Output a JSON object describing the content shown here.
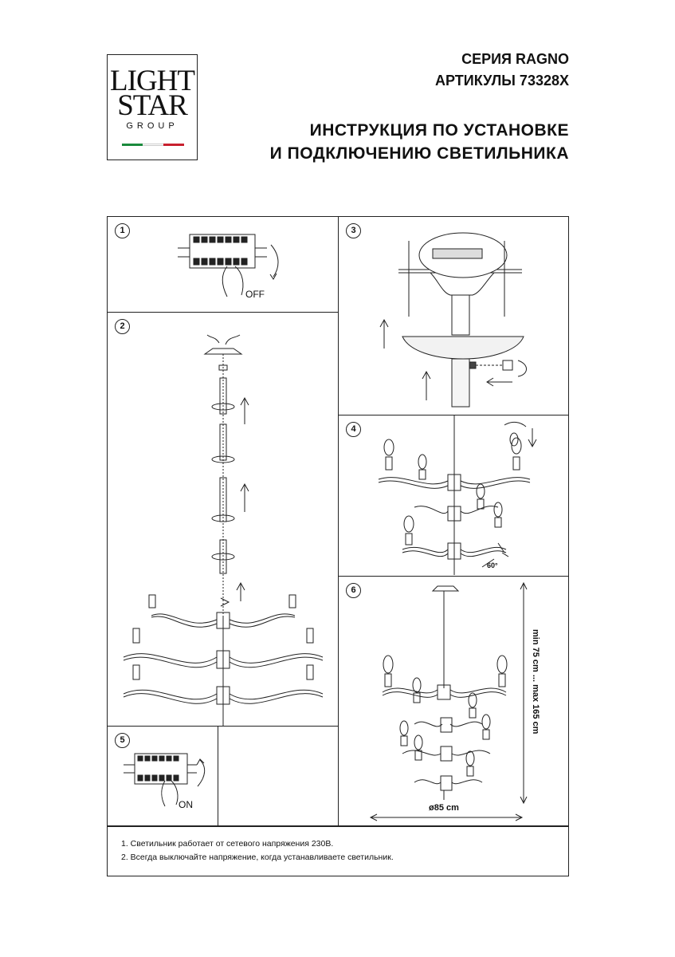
{
  "logo": {
    "line1": "LIGHT",
    "line2": "STAR",
    "line3": "GROUP",
    "flag_colors": [
      "#1a8a3c",
      "#ffffff",
      "#c8202e"
    ]
  },
  "header": {
    "series": "СЕРИЯ RAGNO",
    "articles": "АРТИКУЛЫ 73328X",
    "title_line1": "ИНСТРУКЦИЯ ПО УСТАНОВКЕ",
    "title_line2": "И ПОДКЛЮЧЕНИЮ СВЕТИЛЬНИКА"
  },
  "steps": {
    "s1": {
      "number": "1",
      "label": "OFF"
    },
    "s2": {
      "number": "2"
    },
    "s3": {
      "number": "3"
    },
    "s4": {
      "number": "4",
      "angle": "60°"
    },
    "s5": {
      "number": "5",
      "label": "ON"
    },
    "s6": {
      "number": "6",
      "height": "min 75 cm ... max 165 cm",
      "diameter": "ø85 cm"
    }
  },
  "notes": [
    "1. Светильник работает от сетевого напряжения 230В.",
    "2. Всегда выключайте напряжение, когда устанавливаете светильник."
  ]
}
